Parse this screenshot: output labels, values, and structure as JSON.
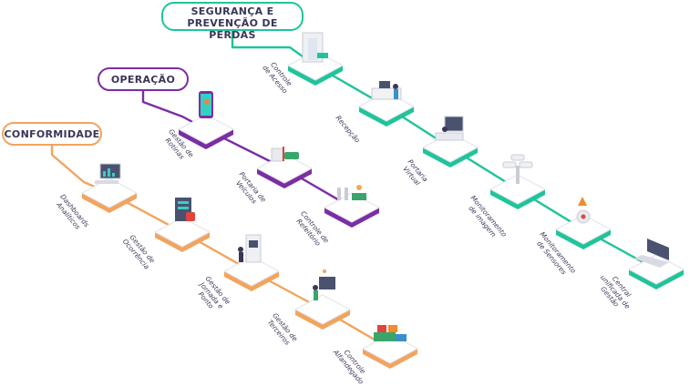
{
  "groups": {
    "seguranca": {
      "title_line1": "SEGURANÇA E",
      "title_line2": "PREVENÇÃO DE PERDAS",
      "color": "#1fc49a"
    },
    "operacao": {
      "title": "OPERAÇÃO",
      "color": "#7b2ea3"
    },
    "conformidade": {
      "title": "CONFORMIDADE",
      "color": "#f2a45e"
    }
  },
  "nodes": {
    "controle_acesso": "Controle\nde Acesso",
    "recepcao": "Recepção",
    "portaria_virtual": "Portaria\nVirtual",
    "monitoramento_imagem": "Monitoramento\nde imagem",
    "monitoramento_sensores": "Monitoramento\nde Sensores",
    "central_unificada": "Central\nunificada de\nGestão",
    "gestao_rotinas": "Gestão de\nRotinas",
    "portaria_veiculos": "Portaria de\nVeículos",
    "controle_refeitorio": "Controle de\nRefeitório",
    "dashboards": "Dashboards\nAnalíticos",
    "gestao_ocorrencia": "Gestão de\nOcorrência",
    "gestao_jornada": "Gestão de\nJornada e\nPonto",
    "gestao_terceiros": "Gestão de\nTerceiros",
    "controle_alfandegado": "Controle\nAlfandegado"
  },
  "icons": {
    "controle_acesso": "turnstile-door-icon",
    "recepcao": "reception-desk-icon",
    "portaria_virtual": "security-desk-icon",
    "monitoramento_imagem": "security-cameras-icon",
    "monitoramento_sensores": "fire-alarm-sensor-icon",
    "central_unificada": "laptop-control-icon",
    "gestao_rotinas": "smartphone-worker-icon",
    "portaria_veiculos": "vehicle-gate-icon",
    "controle_refeitorio": "cafeteria-icon",
    "dashboards": "analytics-monitor-icon",
    "gestao_ocorrencia": "incident-tablet-icon",
    "gestao_jornada": "time-clock-icon",
    "gestao_terceiros": "contractor-screen-icon",
    "controle_alfandegado": "cargo-truck-icon"
  }
}
